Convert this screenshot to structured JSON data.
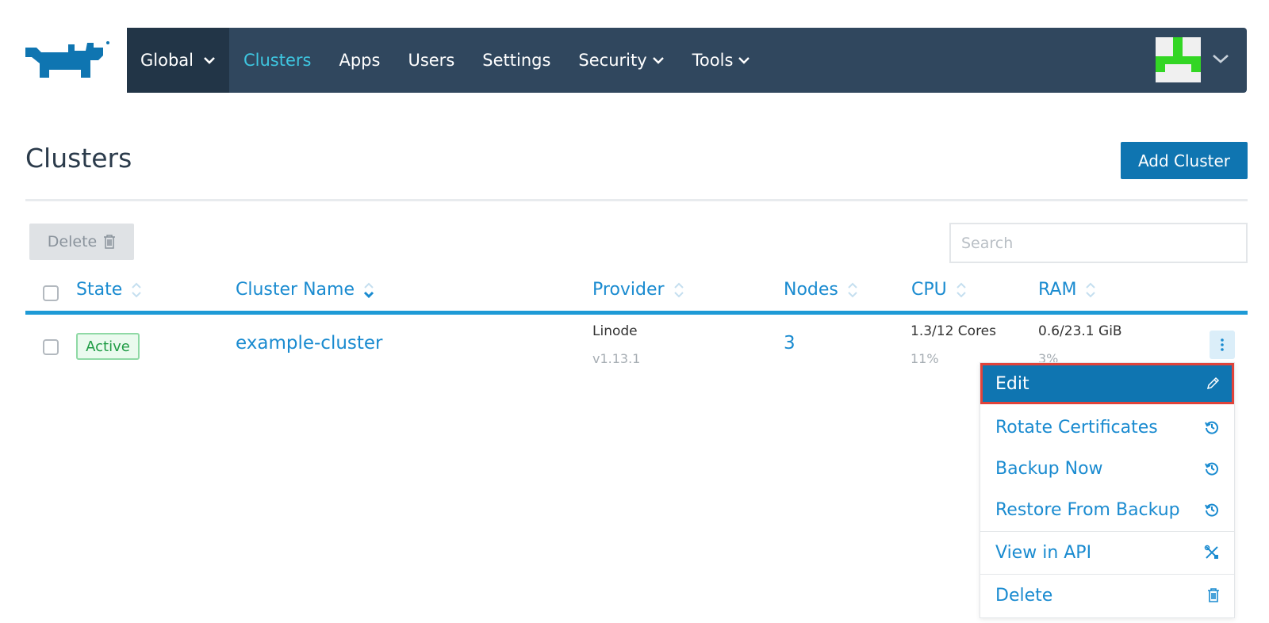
{
  "nav": {
    "global_label": "Global",
    "items": [
      {
        "label": "Clusters",
        "active": true,
        "has_dropdown": false
      },
      {
        "label": "Apps",
        "active": false,
        "has_dropdown": false
      },
      {
        "label": "Users",
        "active": false,
        "has_dropdown": false
      },
      {
        "label": "Settings",
        "active": false,
        "has_dropdown": false
      },
      {
        "label": "Security",
        "active": false,
        "has_dropdown": true
      },
      {
        "label": "Tools",
        "active": false,
        "has_dropdown": true
      }
    ]
  },
  "page": {
    "title": "Clusters",
    "add_button": "Add Cluster",
    "delete_button": "Delete",
    "search_placeholder": "Search"
  },
  "table": {
    "columns": [
      "State",
      "Cluster Name",
      "Provider",
      "Nodes",
      "CPU",
      "RAM"
    ],
    "sorted_column": "Cluster Name",
    "rows": [
      {
        "state": "Active",
        "name": "example-cluster",
        "provider": "Linode",
        "provider_version": "v1.13.1",
        "nodes": "3",
        "cpu": "1.3/12 Cores",
        "cpu_pct": "11%",
        "ram": "0.6/23.1 GiB",
        "ram_pct": "3%"
      }
    ]
  },
  "menu": {
    "items": [
      {
        "label": "Edit",
        "icon": "pencil-icon",
        "highlighted": true
      },
      {
        "label": "Rotate Certificates",
        "icon": "history-icon"
      },
      {
        "label": "Backup Now",
        "icon": "history-icon"
      },
      {
        "label": "Restore From Backup",
        "icon": "history-icon"
      },
      {
        "label": "View in API",
        "icon": "api-tools-icon"
      },
      {
        "label": "Delete",
        "icon": "trash-icon"
      }
    ]
  },
  "colors": {
    "nav_bg": "#30475e",
    "nav_global_bg": "#223547",
    "accent_blue": "#1a8bd0",
    "button_blue": "#0f75b1",
    "active_nav": "#3ec6e0",
    "active_state_green": "#1f9c45",
    "highlight_border": "#e0433a"
  }
}
